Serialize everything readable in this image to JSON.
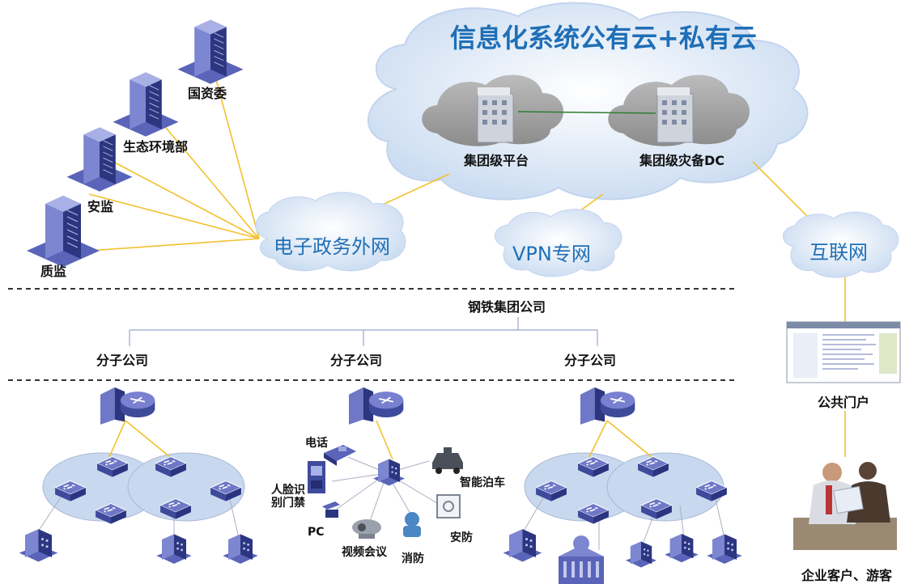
{
  "title": "信息化系统公有云+私有云",
  "cloud_nodes": {
    "platform": "集团级平台",
    "disaster_dc": "集团级灾备DC"
  },
  "external_agencies": [
    "国资委",
    "生态环境部",
    "安监",
    "质监"
  ],
  "networks": {
    "egov": "电子政务外网",
    "vpn": "VPN专网",
    "internet": "互联网"
  },
  "group_company": "钢铁集团公司",
  "subsidiaries": [
    "分子公司",
    "分子公司",
    "分子公司"
  ],
  "middle_devices": {
    "phone": "电话",
    "face_access": "人脸识\n别门禁",
    "pc": "PC",
    "video_conf": "视频会议",
    "fire": "消防",
    "security": "安防",
    "parking": "智能泊车"
  },
  "portal": "公共门户",
  "customers": "企业客户、游客",
  "colors": {
    "title_blue": "#1f6fb7",
    "link_yellow": "#f2c12e",
    "cloud_fill": "#d6e4f5",
    "server_purple": "#3e4a9b"
  }
}
